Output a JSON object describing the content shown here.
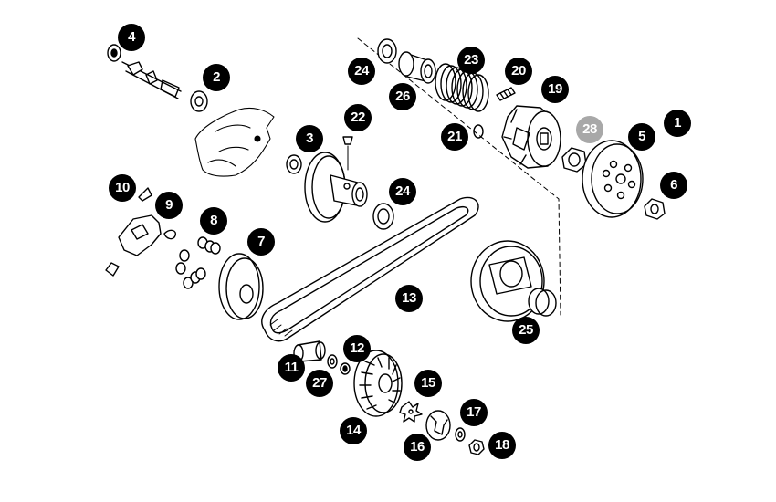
{
  "diagram": {
    "colors": {
      "ink": "#000000",
      "badge": "#000000",
      "badge_highlight": "#a8a8a8",
      "badge_text": "#ffffff"
    },
    "callouts": [
      {
        "id": "c1",
        "label": "1",
        "highlight": false
      },
      {
        "id": "c2",
        "label": "2",
        "highlight": false
      },
      {
        "id": "c3",
        "label": "3",
        "highlight": false
      },
      {
        "id": "c4",
        "label": "4",
        "highlight": false
      },
      {
        "id": "c5",
        "label": "5",
        "highlight": false
      },
      {
        "id": "c6",
        "label": "6",
        "highlight": false
      },
      {
        "id": "c7",
        "label": "7",
        "highlight": false
      },
      {
        "id": "c8",
        "label": "8",
        "highlight": false
      },
      {
        "id": "c9",
        "label": "9",
        "highlight": false
      },
      {
        "id": "c10",
        "label": "10",
        "highlight": false
      },
      {
        "id": "c11",
        "label": "11",
        "highlight": false
      },
      {
        "id": "c12",
        "label": "12",
        "highlight": false
      },
      {
        "id": "c13",
        "label": "13",
        "highlight": false
      },
      {
        "id": "c14",
        "label": "14",
        "highlight": false
      },
      {
        "id": "c15",
        "label": "15",
        "highlight": false
      },
      {
        "id": "c16",
        "label": "16",
        "highlight": false
      },
      {
        "id": "c17",
        "label": "17",
        "highlight": false
      },
      {
        "id": "c18",
        "label": "18",
        "highlight": false
      },
      {
        "id": "c19",
        "label": "19",
        "highlight": false
      },
      {
        "id": "c20",
        "label": "20",
        "highlight": false
      },
      {
        "id": "c21",
        "label": "21",
        "highlight": false
      },
      {
        "id": "c22",
        "label": "22",
        "highlight": false
      },
      {
        "id": "c23",
        "label": "23",
        "highlight": false
      },
      {
        "id": "c24a",
        "label": "24",
        "highlight": false
      },
      {
        "id": "c24b",
        "label": "24",
        "highlight": false
      },
      {
        "id": "c25",
        "label": "25",
        "highlight": false
      },
      {
        "id": "c26",
        "label": "26",
        "highlight": false
      },
      {
        "id": "c27",
        "label": "27",
        "highlight": false
      },
      {
        "id": "c28",
        "label": "28",
        "highlight": true
      }
    ]
  }
}
